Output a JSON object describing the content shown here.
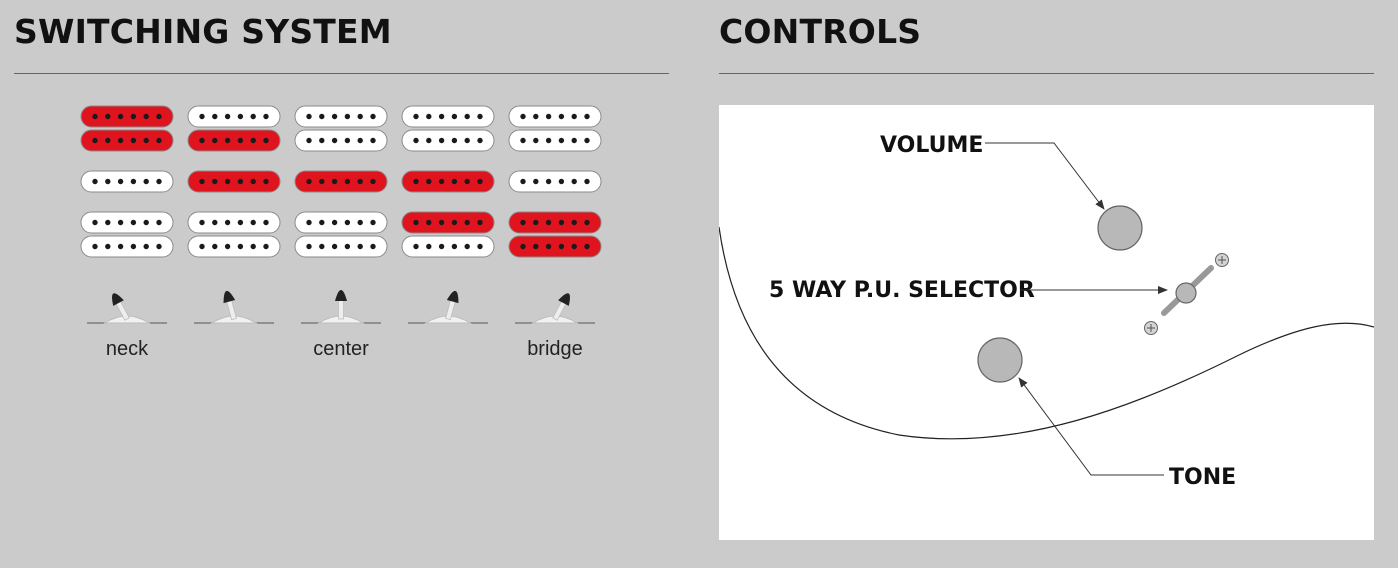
{
  "switching": {
    "title": "SWITCHING SYSTEM",
    "colors": {
      "active": "#e0141e",
      "inactive": "#ffffff"
    },
    "positions": [
      {
        "label": "neck",
        "lever": "left",
        "neck_hum": [
          true,
          true
        ],
        "middle": false,
        "bridge_hum": [
          false,
          false
        ]
      },
      {
        "label": "",
        "lever": "mid-left",
        "neck_hum": [
          false,
          true
        ],
        "middle": true,
        "bridge_hum": [
          false,
          false
        ]
      },
      {
        "label": "center",
        "lever": "center",
        "neck_hum": [
          false,
          false
        ],
        "middle": true,
        "bridge_hum": [
          false,
          false
        ]
      },
      {
        "label": "",
        "lever": "mid-right",
        "neck_hum": [
          false,
          false
        ],
        "middle": true,
        "bridge_hum": [
          true,
          false
        ]
      },
      {
        "label": "bridge",
        "lever": "right",
        "neck_hum": [
          false,
          false
        ],
        "middle": false,
        "bridge_hum": [
          true,
          true
        ]
      }
    ]
  },
  "controls": {
    "title": "CONTROLS",
    "volume_label": "VOLUME",
    "selector_label": "5 WAY P.U. SELECTOR",
    "tone_label": "TONE"
  }
}
